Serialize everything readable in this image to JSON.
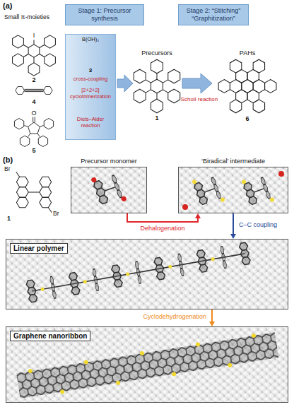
{
  "diagram": {
    "nodes": [
      {
        "text": [
          "Stage 1: Precursor synthesis"
        ]
      },
      {
        "text": [
          "B(OH)₂",
          "3",
          "cross-coupling",
          "[2+2+2] cyclotrimerization",
          "Diels–Alder reaction"
        ]
      },
      {
        "text": [
          "Stage 2: “Stitching” “Graphitization”"
        ]
      },
      {
        "text": [
          "Precursor monomer"
        ]
      },
      {
        "text": [
          "‘Biradical’ intermediate"
        ]
      },
      {
        "text": [
          "Linear polymer"
        ]
      },
      {
        "text": [
          "Graphene nanoribbon"
        ]
      }
    ],
    "edges": [
      {
        "from": 3,
        "to": 4,
        "arrow": "to",
        "label": "Dehalogenation"
      },
      {
        "from": 4,
        "to": 5,
        "arrow": "to",
        "label": "C–C coupling"
      },
      {
        "from": 5,
        "to": 6,
        "arrow": "to",
        "label": "Cyclodehydrogenation"
      }
    ],
    "labels": [
      "(a)",
      "Small π-moieties",
      "I",
      "2",
      "4",
      "O",
      "5",
      "Precursors",
      "1",
      "Scholl reaction",
      "PAHs",
      "6",
      "(b)",
      "Br",
      "Br",
      "1"
    ]
  }
}
